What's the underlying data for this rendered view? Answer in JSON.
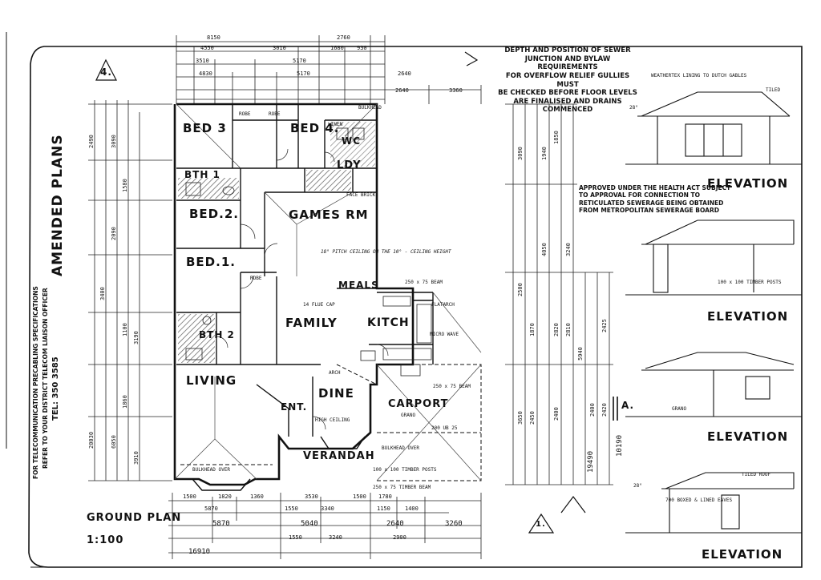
{
  "title_block": {
    "amended": "AMENDED PLANS",
    "telecom_line1": "FOR TELECOMMUNICATION PRECABLING SPECIFICATIONS",
    "telecom_line2": "REFER TO YOUR DISTRICT TELECOM LIAISON OFFICER",
    "telecom_tel": "TEL: 350 3585",
    "ground_plan": "GROUND PLAN",
    "scale": "1:100",
    "sheet_mark": "4.",
    "north_mark": "1."
  },
  "notes": {
    "sewer": [
      "DEPTH AND POSITION OF SEWER",
      "JUNCTION AND BYLAW REQUIREMENTS",
      "FOR OVERFLOW RELIEF GULLIES MUST",
      "BE CHECKED BEFORE FLOOR LEVELS",
      "ARE FINALISED AND DRAINS COMMENCED"
    ],
    "approval": [
      "APPROVED UNDER THE HEALTH ACT SUBJECT",
      "TO APPROVAL FOR CONNECTION TO",
      "RETICULATED SEWERAGE BEING OBTAINED",
      "FROM METROPOLITAN SEWERAGE BOARD"
    ]
  },
  "rooms": {
    "bed3": "BED 3",
    "bed4": "BED 4.",
    "wc": "WC",
    "ldy": "LDY",
    "bth1": "BTH 1",
    "bed2": "BED.2.",
    "games": "GAMES RM",
    "bed1": "BED.1.",
    "meals": "MEALS",
    "family": "FAMILY",
    "kitch": "KITCH",
    "bth2": "BTH 2",
    "living": "LIVING",
    "dine": "DINE",
    "ent": "ENT.",
    "carport": "CARPORT",
    "verandah": "VERANDAH"
  },
  "annotations": {
    "bulkhead": "BULKHEAD",
    "robe": "ROBE",
    "linen": "LINEN",
    "face_brick": "FACE BRICK",
    "high_ceiling": "HIGH CEILING",
    "timber_beam": "250 x 75 TIMBER BEAM",
    "timber_posts": "100 x 100 TIMBER POSTS",
    "ceiling_note": "18° PITCH CEILING ON THE 10° - CEILING HEIGHT",
    "bulkhead_over": "BULKHEAD OVER",
    "grano": "GRANO",
    "flatarch": "FLATARCH",
    "micro_wave": "MICRO WAVE",
    "arch": "ARCH",
    "carport_beam": "250 x 75 BEAM",
    "ub": "200 UB 25",
    "chimney": "14 FLUE CAP"
  },
  "dimensions": {
    "top": [
      "8150",
      "2760",
      "4550",
      "3010",
      "1680",
      "930",
      "3510",
      "5170",
      "4830",
      "5170",
      "2640",
      "3360",
      "2640"
    ],
    "bottom": [
      "1500",
      "1820",
      "1360",
      "3530",
      "1500",
      "1780",
      "5870",
      "1550",
      "3340",
      "1150",
      "1400",
      "5870",
      "5040",
      "2640",
      "3260",
      "1550",
      "3240",
      "2900",
      "16910"
    ],
    "left": [
      "2490",
      "3090",
      "1580",
      "2090",
      "3400",
      "1100",
      "3190",
      "1860",
      "6050",
      "20030",
      "3910"
    ],
    "right": [
      "3090",
      "1940",
      "1850",
      "4050",
      "2500",
      "3240",
      "1870",
      "2820",
      "2810",
      "5940",
      "3650",
      "2450",
      "2400",
      "2425",
      "2400",
      "2420",
      "19490",
      "10190"
    ]
  },
  "elevations": {
    "label": "ELEVATION",
    "list": [
      {
        "heading": "ELEVATION",
        "note": "WEATHERTEX LINING TO DUTCH GABLES"
      },
      {
        "heading": "ELEVATION",
        "note": "100 x 100 TIMBER POSTS"
      },
      {
        "heading": "ELEVATION",
        "note": "GRANO"
      },
      {
        "heading": "ELEVATION",
        "note": "700 BOXED & LINED EAVES"
      }
    ],
    "tiled": "TILED",
    "tiled_roof": "TILED ROOF",
    "pitch": "28°",
    "section_mark": "A."
  }
}
